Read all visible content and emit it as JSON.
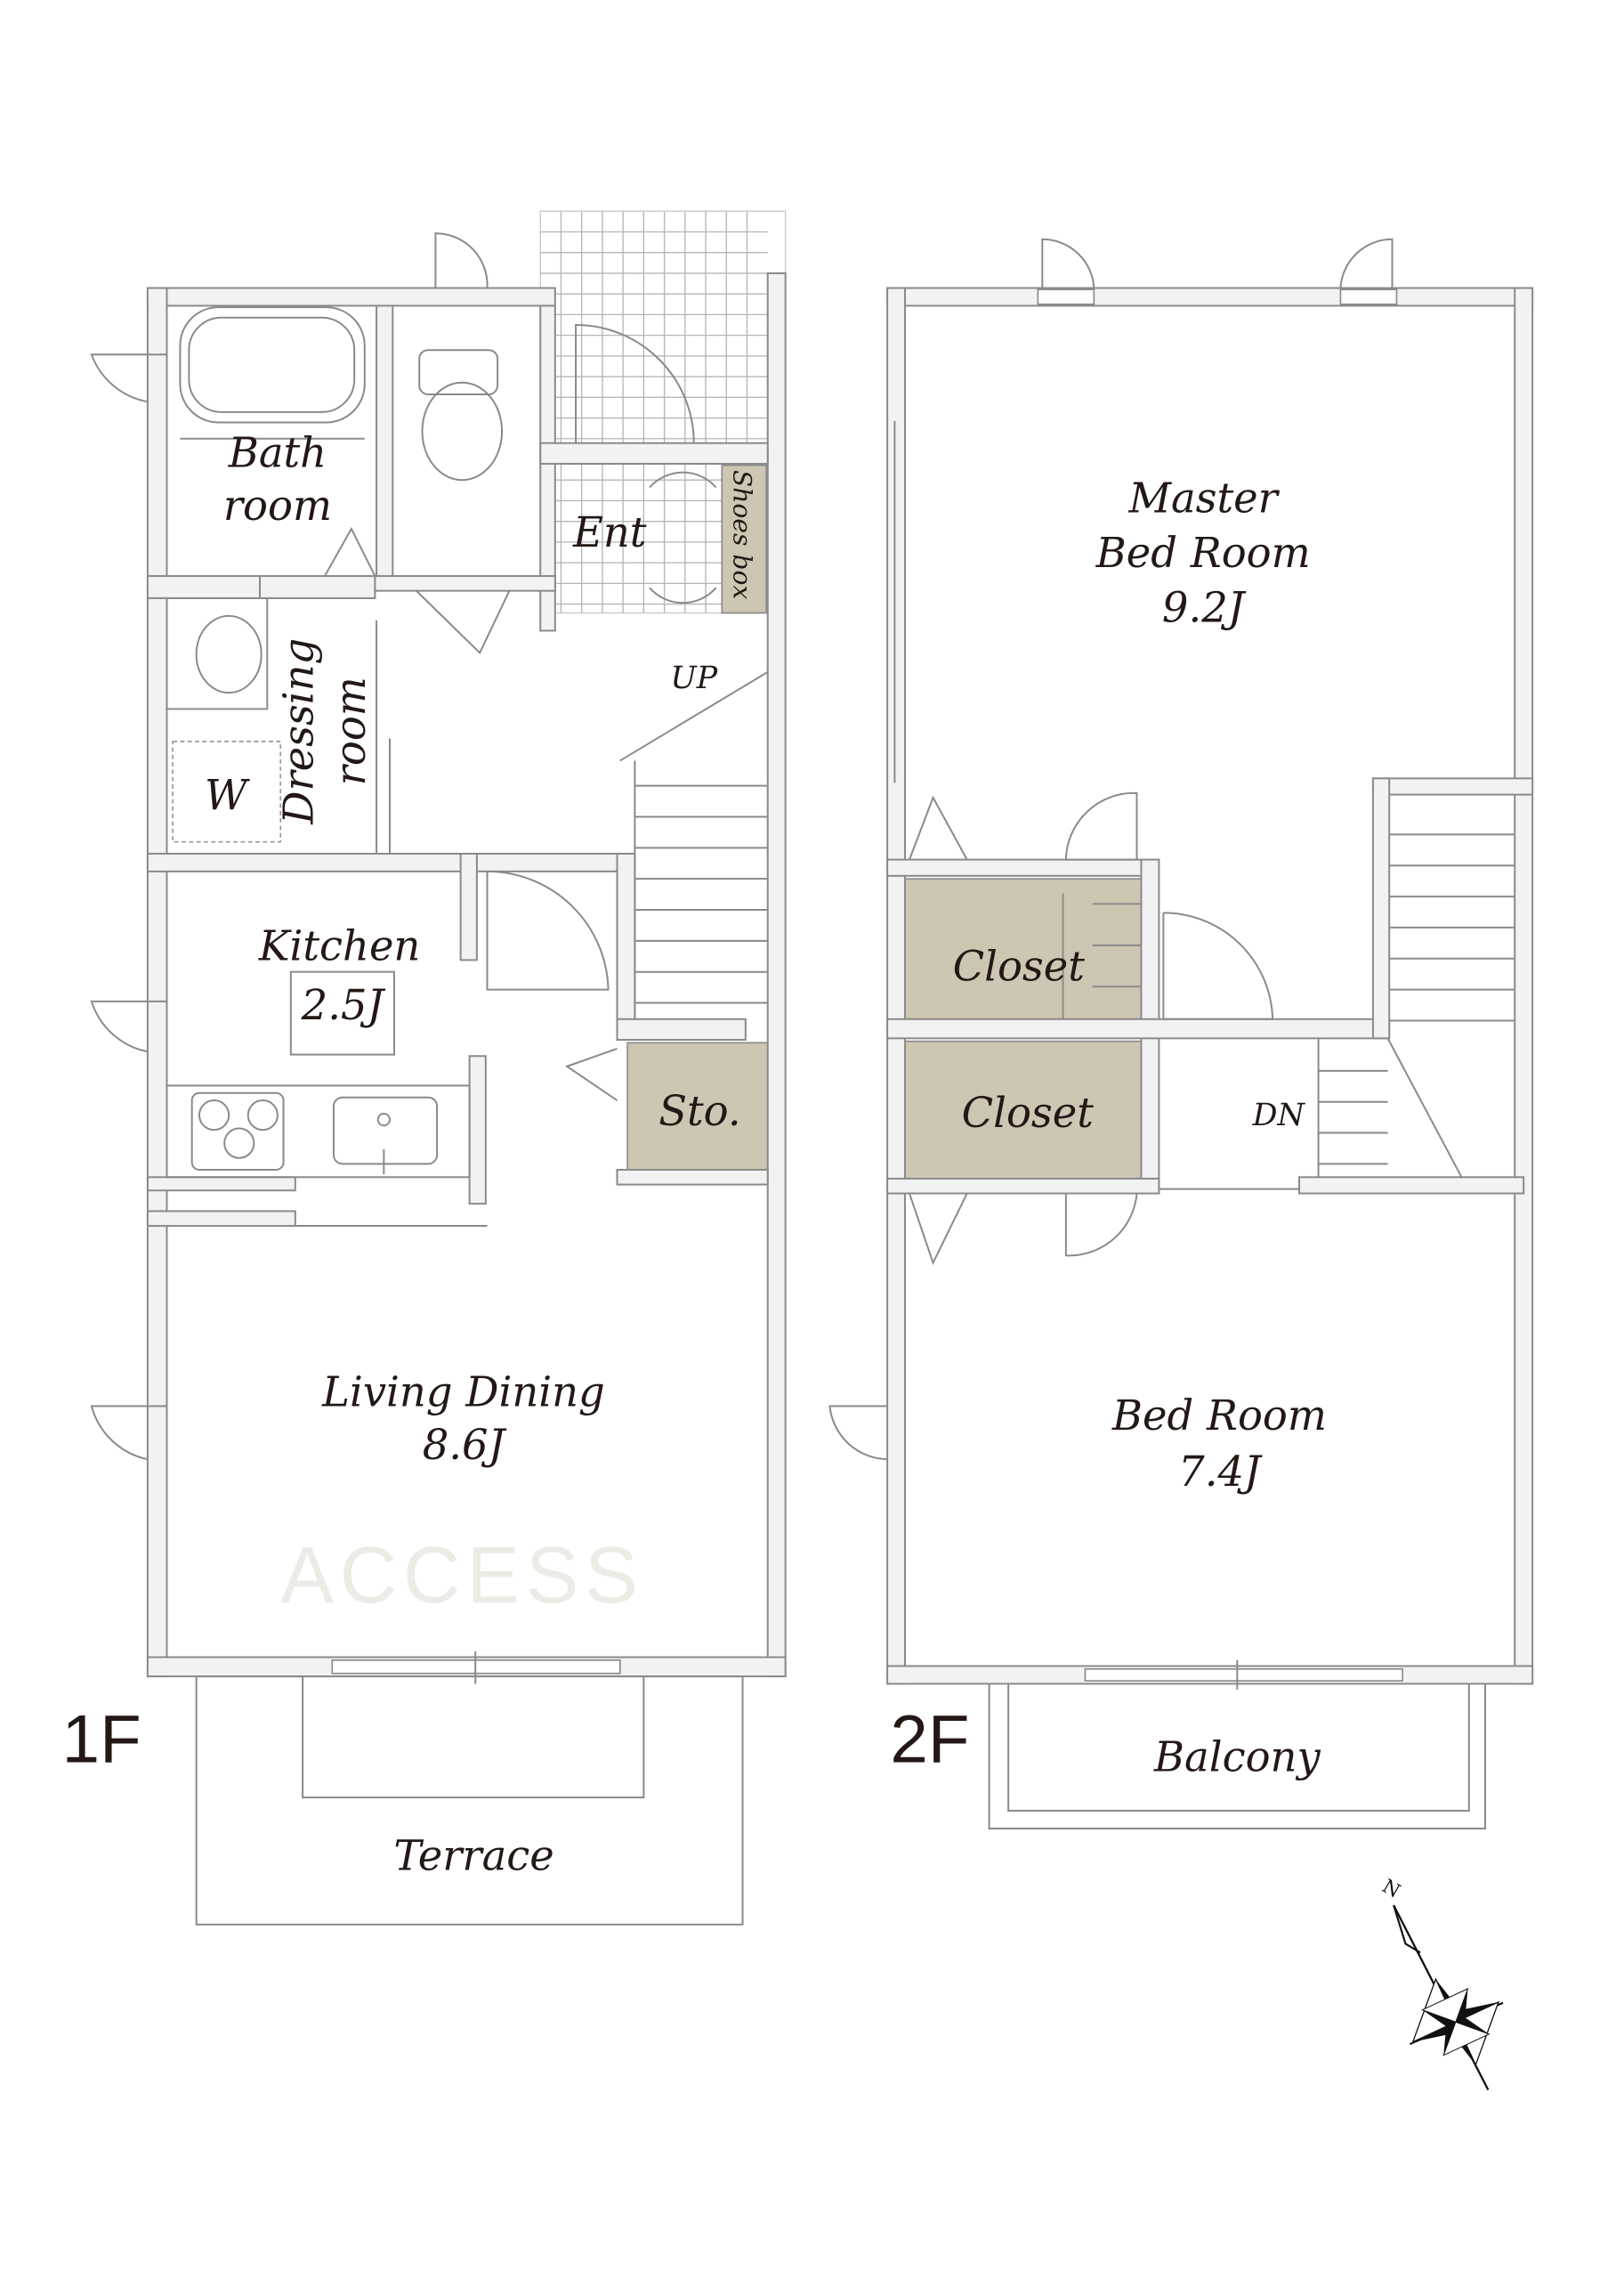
{
  "floor1": {
    "label": "1F",
    "rooms": {
      "bath": [
        "Bath",
        "room"
      ],
      "ent": "Ent",
      "shoes_box": "Shoes box",
      "dressing": [
        "Dressing",
        "room"
      ],
      "washer": "W",
      "stairs": "UP",
      "kitchen": {
        "name": "Kitchen",
        "size": "2.5J"
      },
      "storage": "Sto.",
      "living": {
        "name": "Living Dining",
        "size": "8.6J"
      },
      "terrace": "Terrace"
    }
  },
  "floor2": {
    "label": "2F",
    "rooms": {
      "master": {
        "name": [
          "Master",
          "Bed Room"
        ],
        "size": "9.2J"
      },
      "closet1": "Closet",
      "closet2": "Closet",
      "stairs": "DN",
      "bedroom": {
        "name": "Bed Room",
        "size": "7.4J"
      },
      "balcony": "Balcony"
    }
  },
  "compass": {
    "label": "N"
  },
  "watermark": "ACCESS",
  "colors": {
    "storage_fill": "#cdc6b3",
    "wall": "#f2f2f2",
    "line": "#8a8a8a"
  }
}
